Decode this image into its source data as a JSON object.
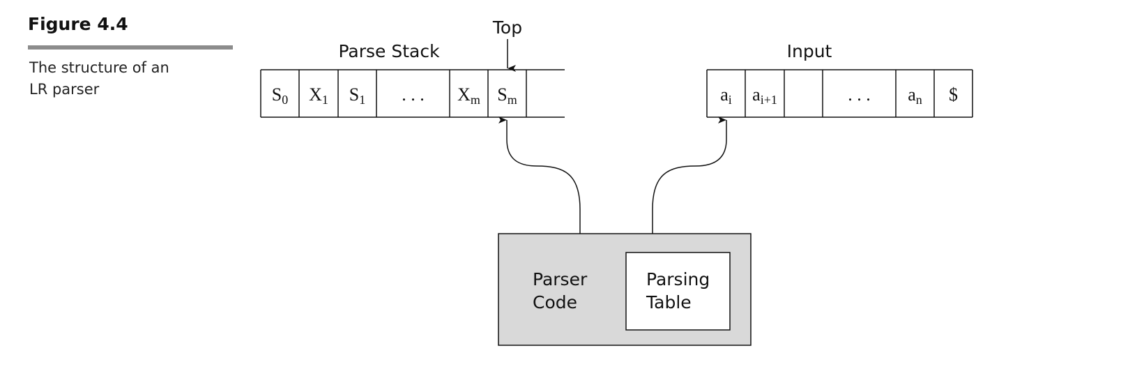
{
  "figure": {
    "label": "Figure 4.4",
    "caption_line1": "The structure of an",
    "caption_line2": "LR parser"
  },
  "stack": {
    "title": "Parse Stack",
    "top_label": "Top",
    "cells": [
      {
        "base": "S",
        "sub": "0"
      },
      {
        "base": "X",
        "sub": "1"
      },
      {
        "base": "S",
        "sub": "1"
      },
      {
        "base": ". . .",
        "sub": ""
      },
      {
        "base": "X",
        "sub": "m"
      },
      {
        "base": "S",
        "sub": "m"
      },
      {
        "base": "",
        "sub": ""
      }
    ]
  },
  "input": {
    "title": "Input",
    "cells": [
      {
        "base": "a",
        "sub": "i"
      },
      {
        "base": "a",
        "sub": "i+1"
      },
      {
        "base": "",
        "sub": ""
      },
      {
        "base": ". . .",
        "sub": ""
      },
      {
        "base": "a",
        "sub": "n"
      },
      {
        "base": "$",
        "sub": ""
      }
    ]
  },
  "parser": {
    "code_line1": "Parser",
    "code_line2": "Code",
    "table_line1": "Parsing",
    "table_line2": "Table"
  },
  "colors": {
    "parser_fill": "#d9d9d9",
    "lines": "#111111",
    "rule": "#8c8c8c"
  }
}
